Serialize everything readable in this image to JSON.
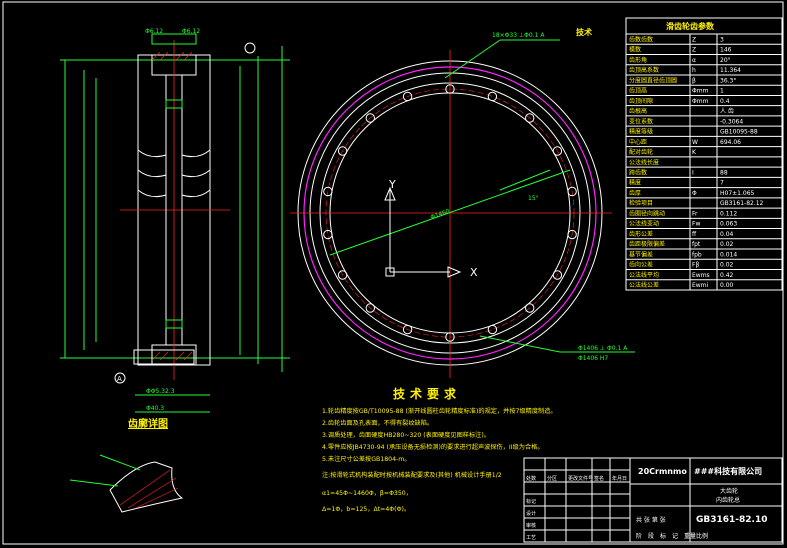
{
  "colors": {
    "background": "#000000",
    "outline": "#ffffff",
    "dimension": "#22ff33",
    "centerline": "#ff2222",
    "pitch_circle": "#ff22ff",
    "highlight": "#fff200"
  },
  "section_view": {
    "title": "齿廓详图",
    "dim_top_a": "Φ6.12",
    "dim_top_b": "Φ6.12",
    "dim_bottom": "ΦΦ5.32.3",
    "dim_width": "Φ40.3",
    "datum_label": "A"
  },
  "ring_view": {
    "axis_x": "X",
    "axis_y": "Y",
    "dim_radius": "Φ1460",
    "dim_angle": "15°",
    "note_top": "18×Φ33  ⊥Φ0.1 A",
    "note_right": "Φ1406 ⊥ Φ0.1 A",
    "note_right_sub": "Φ1406 H7",
    "label_top_right": "技术"
  },
  "tech_requirements": {
    "title": "技术要求",
    "items": [
      "1.轮齿精度按GB/T10095-88 (渐开线圆柱齿轮精度标准)的规定，并按7级精度制造。",
      "2.齿轮齿面及孔表面，不得有裂纹缺陷。",
      "3.调质处理，齿面硬度HB280~320 (表面硬度见图样标注)。",
      "4.零件应按JB4730-94 (承压设备无损检测)的要求进行超声波探伤，II级为合格。",
      "5.未注尺寸公差按GB1804-m。"
    ],
    "note": "注:按滑轮式机构装配时按机械装配要求及(其他) 机械设计手册1/2",
    "formula1": "α1=45Φ~1460Φ，β=Φ350，",
    "formula2": "Δ=1Φ，b=125，Δt=4Φ(Φ)。"
  },
  "param_table": {
    "title": "滑齿轮齿参数",
    "rows": [
      {
        "name": "齿数齿数",
        "sym": "Z",
        "val": "3"
      },
      {
        "name": "模数",
        "sym": "Z",
        "val": "146"
      },
      {
        "name": "齿形角",
        "sym": "α",
        "val": "20°"
      },
      {
        "name": "齿顶高系数",
        "sym": "h",
        "val": "11.364"
      },
      {
        "name": "分度圆直径齿顶圆",
        "sym": "β",
        "val": "36.3°"
      },
      {
        "name": "齿顶高",
        "sym": "Φmm",
        "val": "1"
      },
      {
        "name": "齿顶间隙",
        "sym": "Φmm",
        "val": "0.4"
      },
      {
        "name": "齿根高",
        "sym": "",
        "val": "人 齿"
      },
      {
        "name": "变位系数",
        "sym": "",
        "val": "-0.3064"
      },
      {
        "name": "精度等级",
        "sym": "",
        "val": "GB10095-88"
      },
      {
        "name": "中心距",
        "sym": "W",
        "val": "694.06"
      },
      {
        "name": "配对齿轮",
        "sym": "K",
        "val": ""
      },
      {
        "name": "公法线长度",
        "sym": "",
        "val": ""
      },
      {
        "name": "跨齿数",
        "sym": "I",
        "val": "88"
      },
      {
        "name": "精度",
        "sym": "",
        "val": "7"
      },
      {
        "name": "齿厚",
        "sym": "Φ",
        "val": "H07±1.065"
      },
      {
        "name": "检验项目",
        "sym": "",
        "val": "GB3161-82.12"
      },
      {
        "name": "齿圈径向跳动",
        "sym": "Fr",
        "val": "0.112"
      },
      {
        "name": "公法线变动",
        "sym": "Fw",
        "val": "0.063"
      },
      {
        "name": "齿形公差",
        "sym": "ff",
        "val": "0.04"
      },
      {
        "name": "齿距极限偏差",
        "sym": "fpt",
        "val": "0.02"
      },
      {
        "name": "基节偏差",
        "sym": "fpb",
        "val": "0.014"
      },
      {
        "name": "齿向公差",
        "sym": "Fβ",
        "val": "0.02"
      },
      {
        "name": "公法线平均",
        "sym": "Ewms",
        "val": "0.42"
      },
      {
        "name": "公法线公差",
        "sym": "Ewmi",
        "val": "0.00"
      }
    ]
  },
  "title_block": {
    "scale_label": "20Crmnmo",
    "company": "###科技有限公司",
    "drawing_title": "大齿轮",
    "drawing_sub": "内齿轮总",
    "drawing_no": "GB3161-82.10",
    "row_labels": [
      "标记",
      "设计",
      "审核",
      "工艺"
    ],
    "col_labels": [
      "处数",
      "分区",
      "更改文件号",
      "签名",
      "年月日"
    ],
    "bottom_labels": [
      "阶",
      "段",
      "标",
      "记",
      "重量",
      "比例"
    ],
    "sheet": "共 张 第 张"
  }
}
